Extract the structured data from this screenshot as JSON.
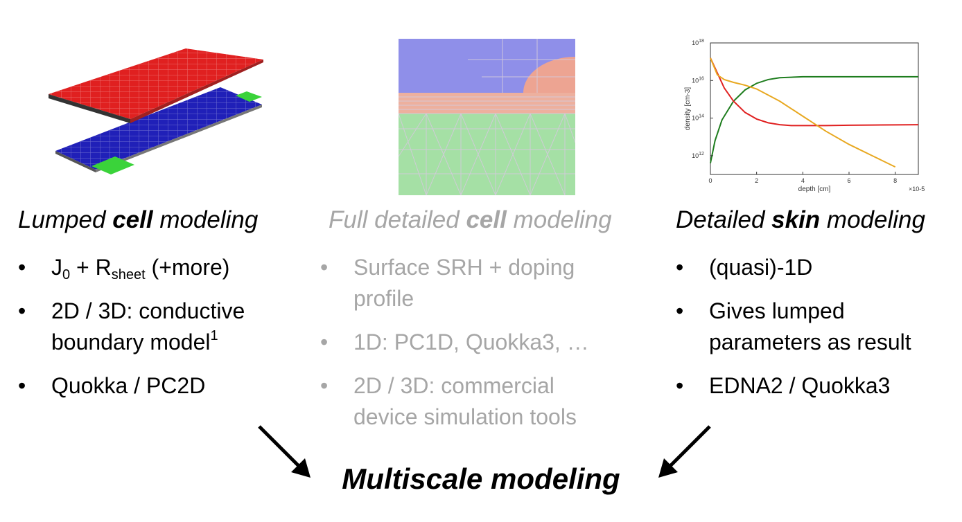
{
  "columns": [
    {
      "title_pre": "Lumped ",
      "title_bold": "cell",
      "title_post": " modeling",
      "bullets": [
        {
          "parts": [
            "J",
            "0",
            " + R",
            "sheet",
            " (+more)"
          ]
        },
        {
          "text": "2D / 3D: conductive boundary model",
          "sup": "1"
        },
        {
          "text": "Quokka / PC2D"
        }
      ]
    },
    {
      "title_pre": "Full detailed ",
      "title_bold": "cell",
      "title_post": " modeling",
      "bullets": [
        {
          "text": "Surface SRH + doping profile"
        },
        {
          "text": "1D: PC1D, Quokka3, …"
        },
        {
          "text": "2D / 3D: commercial device simulation tools"
        }
      ]
    },
    {
      "title_pre": "Detailed ",
      "title_bold": "skin",
      "title_post": " modeling",
      "bullets": [
        {
          "text": "(quasi)-1D"
        },
        {
          "text": "Gives lumped parameters as result"
        },
        {
          "text": "EDNA2 / Quokka3"
        }
      ]
    }
  ],
  "footer": {
    "title": "Multiscale modeling"
  },
  "chart_data": {
    "type": "line",
    "title": "",
    "xlabel": "depth [cm]",
    "ylabel": "density [cm-3]",
    "x_multiplier": "×10-5",
    "xlim": [
      0,
      9
    ],
    "ylim_log10": [
      11,
      18
    ],
    "y_scale": "log",
    "x_ticks": [
      "0",
      "2",
      "4",
      "6",
      "8"
    ],
    "y_ticks": [
      {
        "base": "10",
        "exp": "12"
      },
      {
        "base": "10",
        "exp": "14"
      },
      {
        "base": "10",
        "exp": "16"
      },
      {
        "base": "10",
        "exp": "18"
      }
    ],
    "grid": false,
    "series": [
      {
        "color": "#1e7d1e",
        "x": [
          0,
          0.2,
          0.5,
          1,
          1.5,
          2,
          2.5,
          3,
          4,
          5,
          6,
          7,
          8,
          9
        ],
        "y_log10": [
          11.6,
          12.8,
          13.9,
          14.9,
          15.5,
          15.85,
          16.05,
          16.15,
          16.2,
          16.2,
          16.2,
          16.2,
          16.2,
          16.2
        ]
      },
      {
        "color": "#e02020",
        "x": [
          0,
          0.3,
          0.6,
          1,
          1.5,
          2,
          2.5,
          3,
          3.5,
          4,
          5,
          6,
          7,
          8,
          9
        ],
        "y_log10": [
          17.2,
          16.4,
          15.6,
          14.9,
          14.3,
          13.95,
          13.75,
          13.65,
          13.6,
          13.6,
          13.6,
          13.62,
          13.63,
          13.64,
          13.65
        ]
      },
      {
        "color": "#e8a820",
        "x": [
          0,
          0.3,
          0.6,
          1,
          1.5,
          2,
          3,
          4,
          5,
          6,
          7,
          8
        ],
        "y_log10": [
          17.2,
          16.3,
          16.05,
          15.9,
          15.75,
          15.55,
          14.9,
          14.1,
          13.3,
          12.6,
          12.0,
          11.4
        ]
      }
    ]
  }
}
